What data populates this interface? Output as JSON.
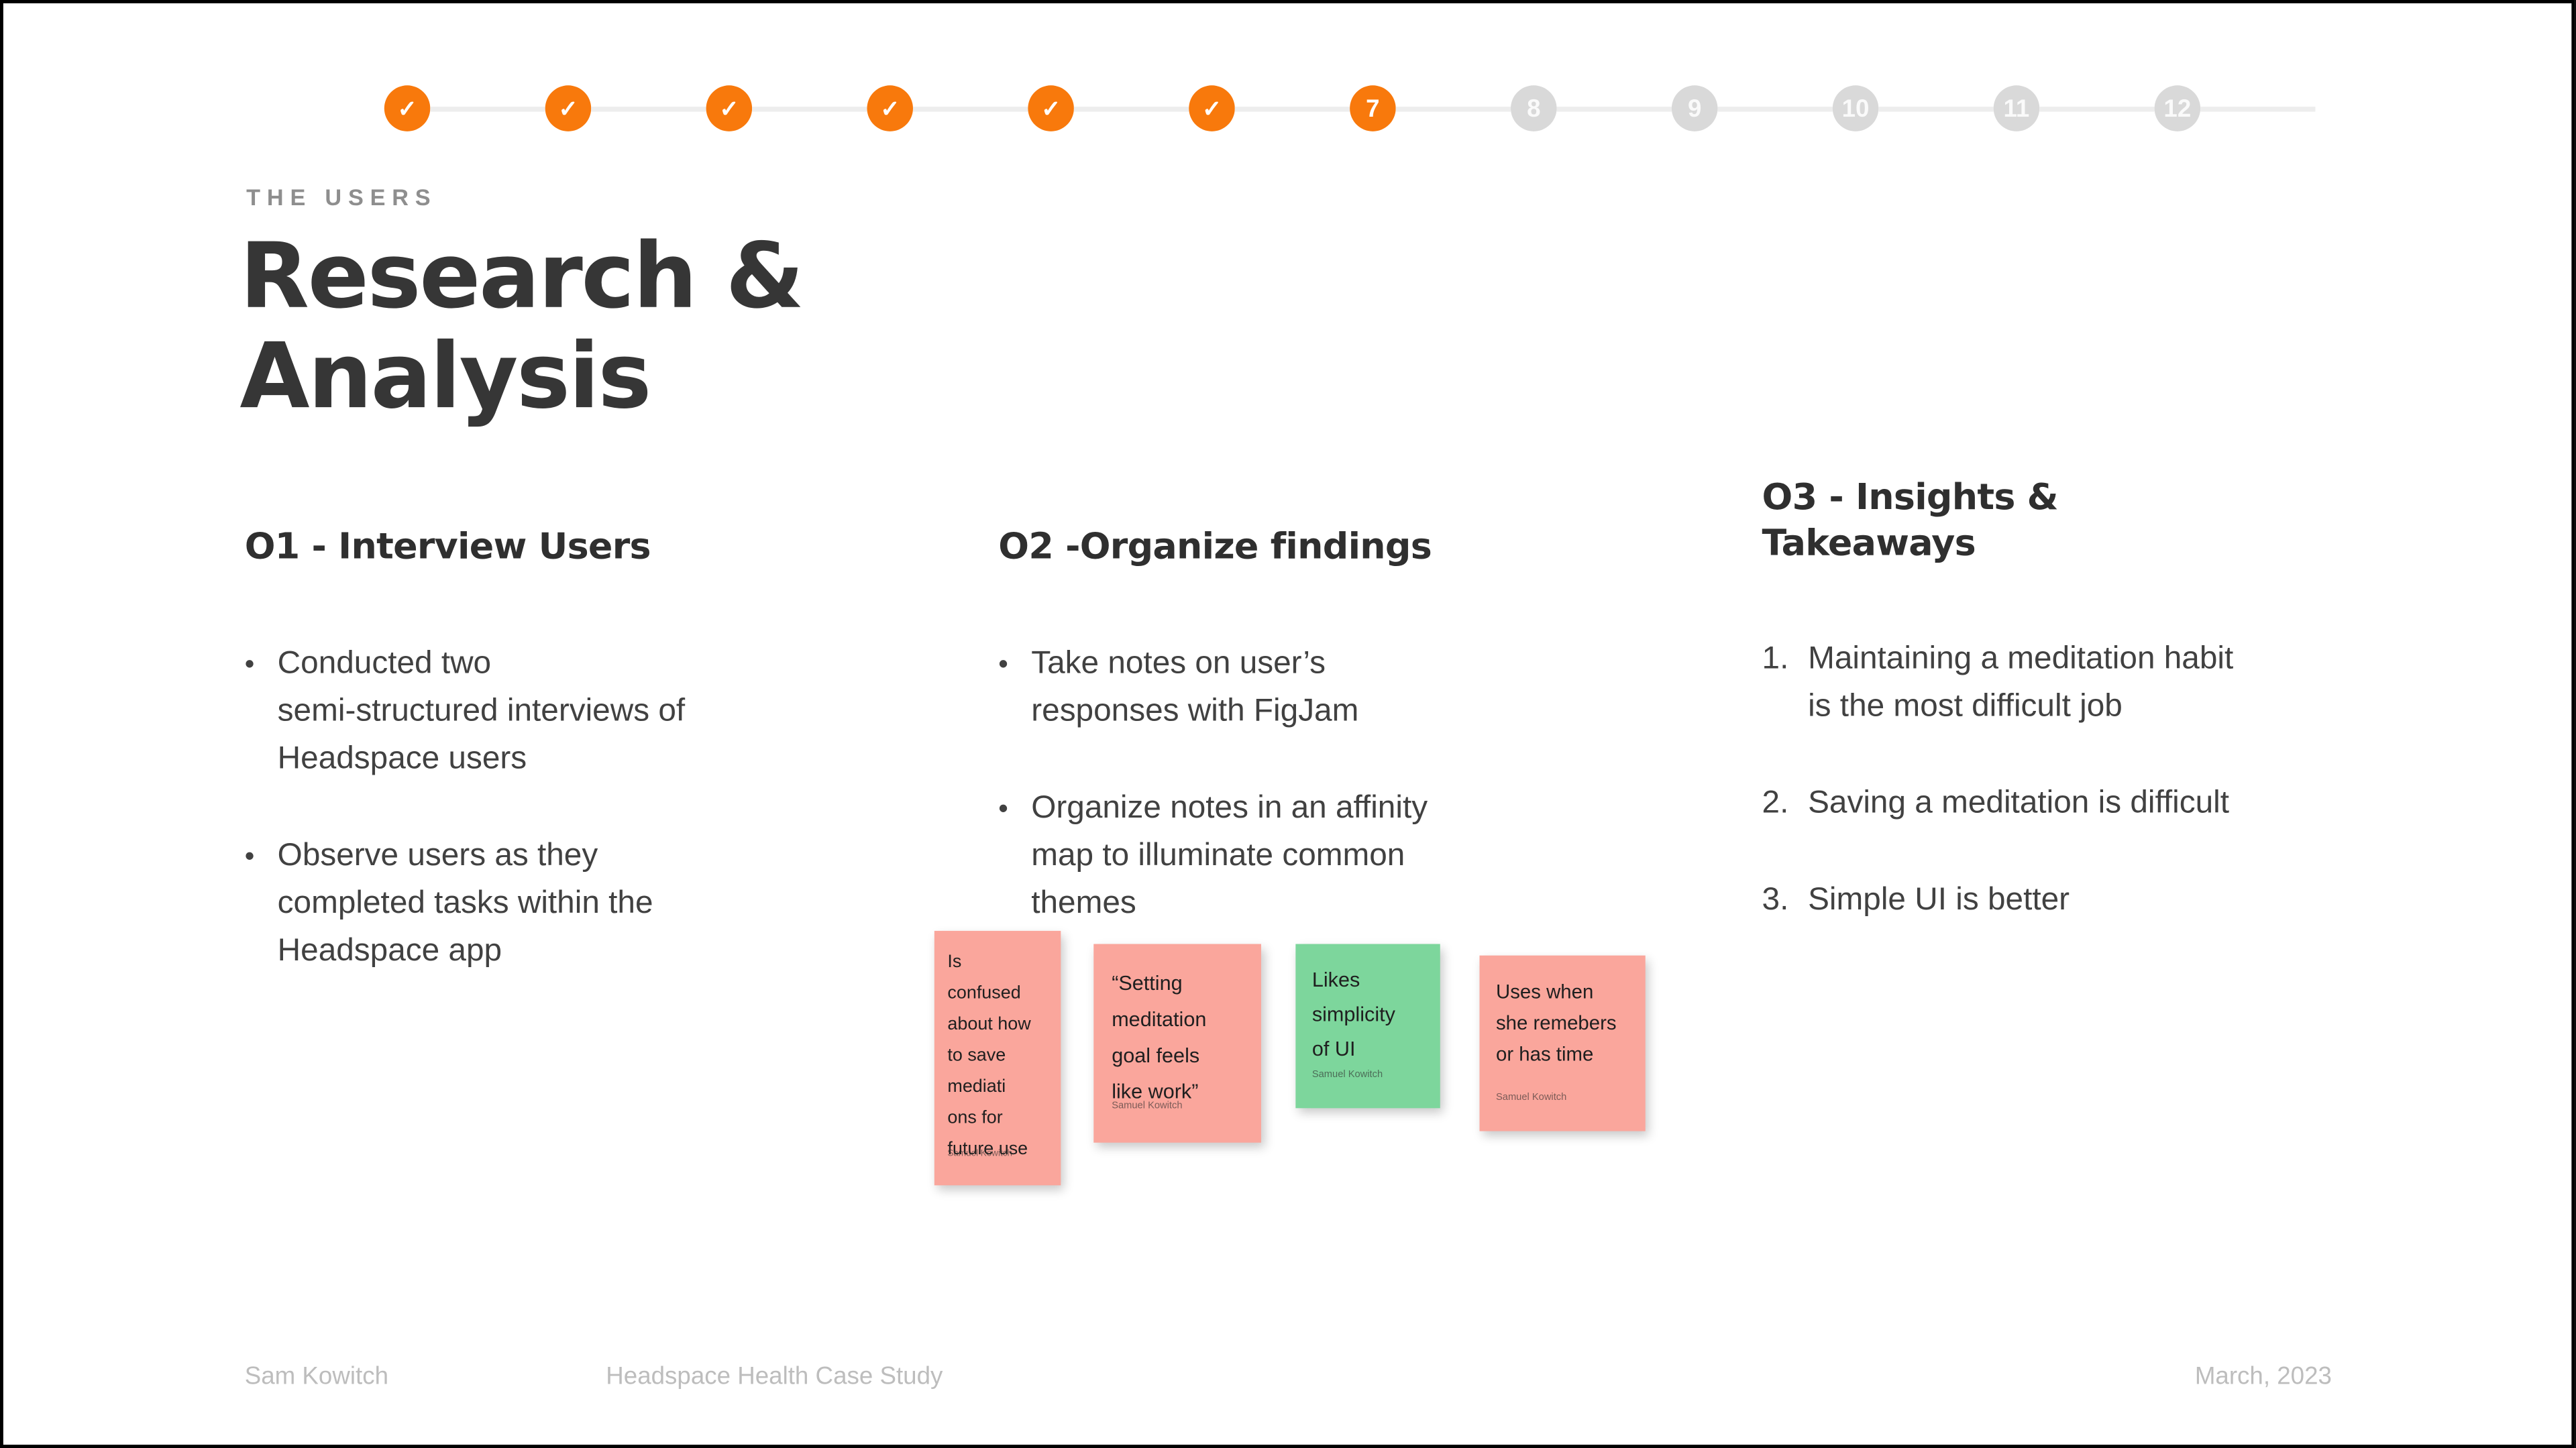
{
  "page": {
    "background": "#FFFFFF",
    "border_color": "#000000"
  },
  "stepper": {
    "total_steps": 12,
    "current_step": 7,
    "completed_steps": 6,
    "check_icon": "✓",
    "colors": {
      "active": "#F8790C",
      "inactive": "#D9D9D9",
      "connector": "#EDEDED"
    },
    "steps": [
      {
        "number": "1",
        "state": "completed",
        "glyph": "✓"
      },
      {
        "number": "2",
        "state": "completed",
        "glyph": "✓"
      },
      {
        "number": "3",
        "state": "completed",
        "glyph": "✓"
      },
      {
        "number": "4",
        "state": "completed",
        "glyph": "✓"
      },
      {
        "number": "5",
        "state": "completed",
        "glyph": "✓"
      },
      {
        "number": "6",
        "state": "completed",
        "glyph": "✓"
      },
      {
        "number": "7",
        "state": "current",
        "glyph": "7"
      },
      {
        "number": "8",
        "state": "upcoming",
        "glyph": "8"
      },
      {
        "number": "9",
        "state": "upcoming",
        "glyph": "9"
      },
      {
        "number": "10",
        "state": "upcoming",
        "glyph": "10"
      },
      {
        "number": "11",
        "state": "upcoming",
        "glyph": "11"
      },
      {
        "number": "12",
        "state": "upcoming",
        "glyph": "12"
      }
    ]
  },
  "header": {
    "eyebrow": "THE USERS",
    "title": "Research &\nAnalysis"
  },
  "columns": [
    {
      "heading": "O1 - Interview Users",
      "list_style": "bullet",
      "bullet_glyph": "•",
      "items": [
        "Conducted two\nsemi-structured interviews of\nHeadspace users",
        "Observe users as they\ncompleted tasks within the\nHeadspace app"
      ]
    },
    {
      "heading": "O2 -Organize findings",
      "list_style": "bullet",
      "bullet_glyph": "•",
      "items": [
        "Take notes on user’s\nresponses with FigJam",
        "Organize notes in an affinity\nmap to illuminate common\nthemes"
      ]
    },
    {
      "heading": "O3 - Insights &\nTakeaways",
      "list_style": "numbered",
      "markers": [
        "1.",
        "2.",
        "3."
      ],
      "items": [
        "Maintaining a meditation habit\nis the most difficult job",
        "Saving a meditation is difficult",
        "Simple UI is better"
      ]
    }
  ],
  "sticky_notes": [
    {
      "text": "Is\nconfused\nabout how\nto save\nmediati\nons for\nfuture use",
      "author": "Samuel Kowitch",
      "color": "#FAA69C"
    },
    {
      "text": "“Setting\nmeditation\ngoal feels\nlike work”",
      "author": "Samuel Kowitch",
      "color": "#FAA69C"
    },
    {
      "text": "Likes\nsimplicity\nof UI",
      "author": "Samuel Kowitch",
      "color": "#7DD69C"
    },
    {
      "text": "Uses when\nshe remebers\nor has time",
      "author": "Samuel Kowitch",
      "color": "#FAA69C"
    }
  ],
  "footer": {
    "author": "Sam Kowitch",
    "project": "Headspace Health Case Study",
    "date": "March, 2023"
  }
}
